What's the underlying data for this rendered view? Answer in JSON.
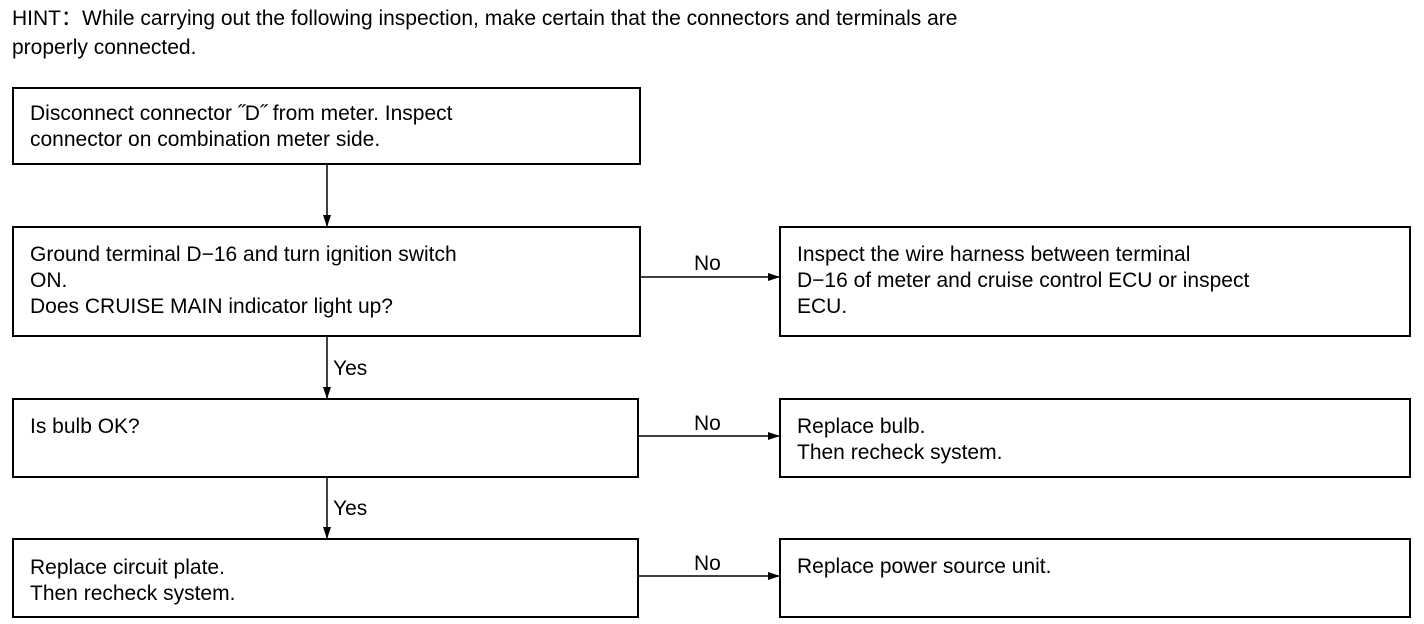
{
  "hint": {
    "line1": "HINT：While carrying out the following inspection, make certain that the connectors and terminals are",
    "line2": "properly connected."
  },
  "steps": {
    "disconnect": {
      "line1": "Disconnect connector ˝D˝  from meter. Inspect",
      "line2": "connector on combination meter side."
    },
    "ground_terminal": {
      "line1": "Ground terminal D−16 and turn ignition switch",
      "line2": "ON.",
      "line3": "Does CRUISE MAIN indicator light up?"
    },
    "inspect_harness": {
      "line1": "Inspect the wire harness between terminal",
      "line2": "D−16 of meter and cruise control ECU or inspect",
      "line3": "ECU."
    },
    "bulb_check": {
      "line1": "Is bulb OK?"
    },
    "replace_bulb": {
      "line1": "Replace bulb.",
      "line2": "Then recheck system."
    },
    "replace_circuit_plate": {
      "line1": "Replace circuit plate.",
      "line2": "Then recheck system."
    },
    "replace_power_source": {
      "line1": "Replace power source unit."
    }
  },
  "edge_labels": {
    "no_1": "No",
    "yes_1": "Yes",
    "no_2": "No",
    "yes_2": "Yes",
    "no_3": "No"
  }
}
